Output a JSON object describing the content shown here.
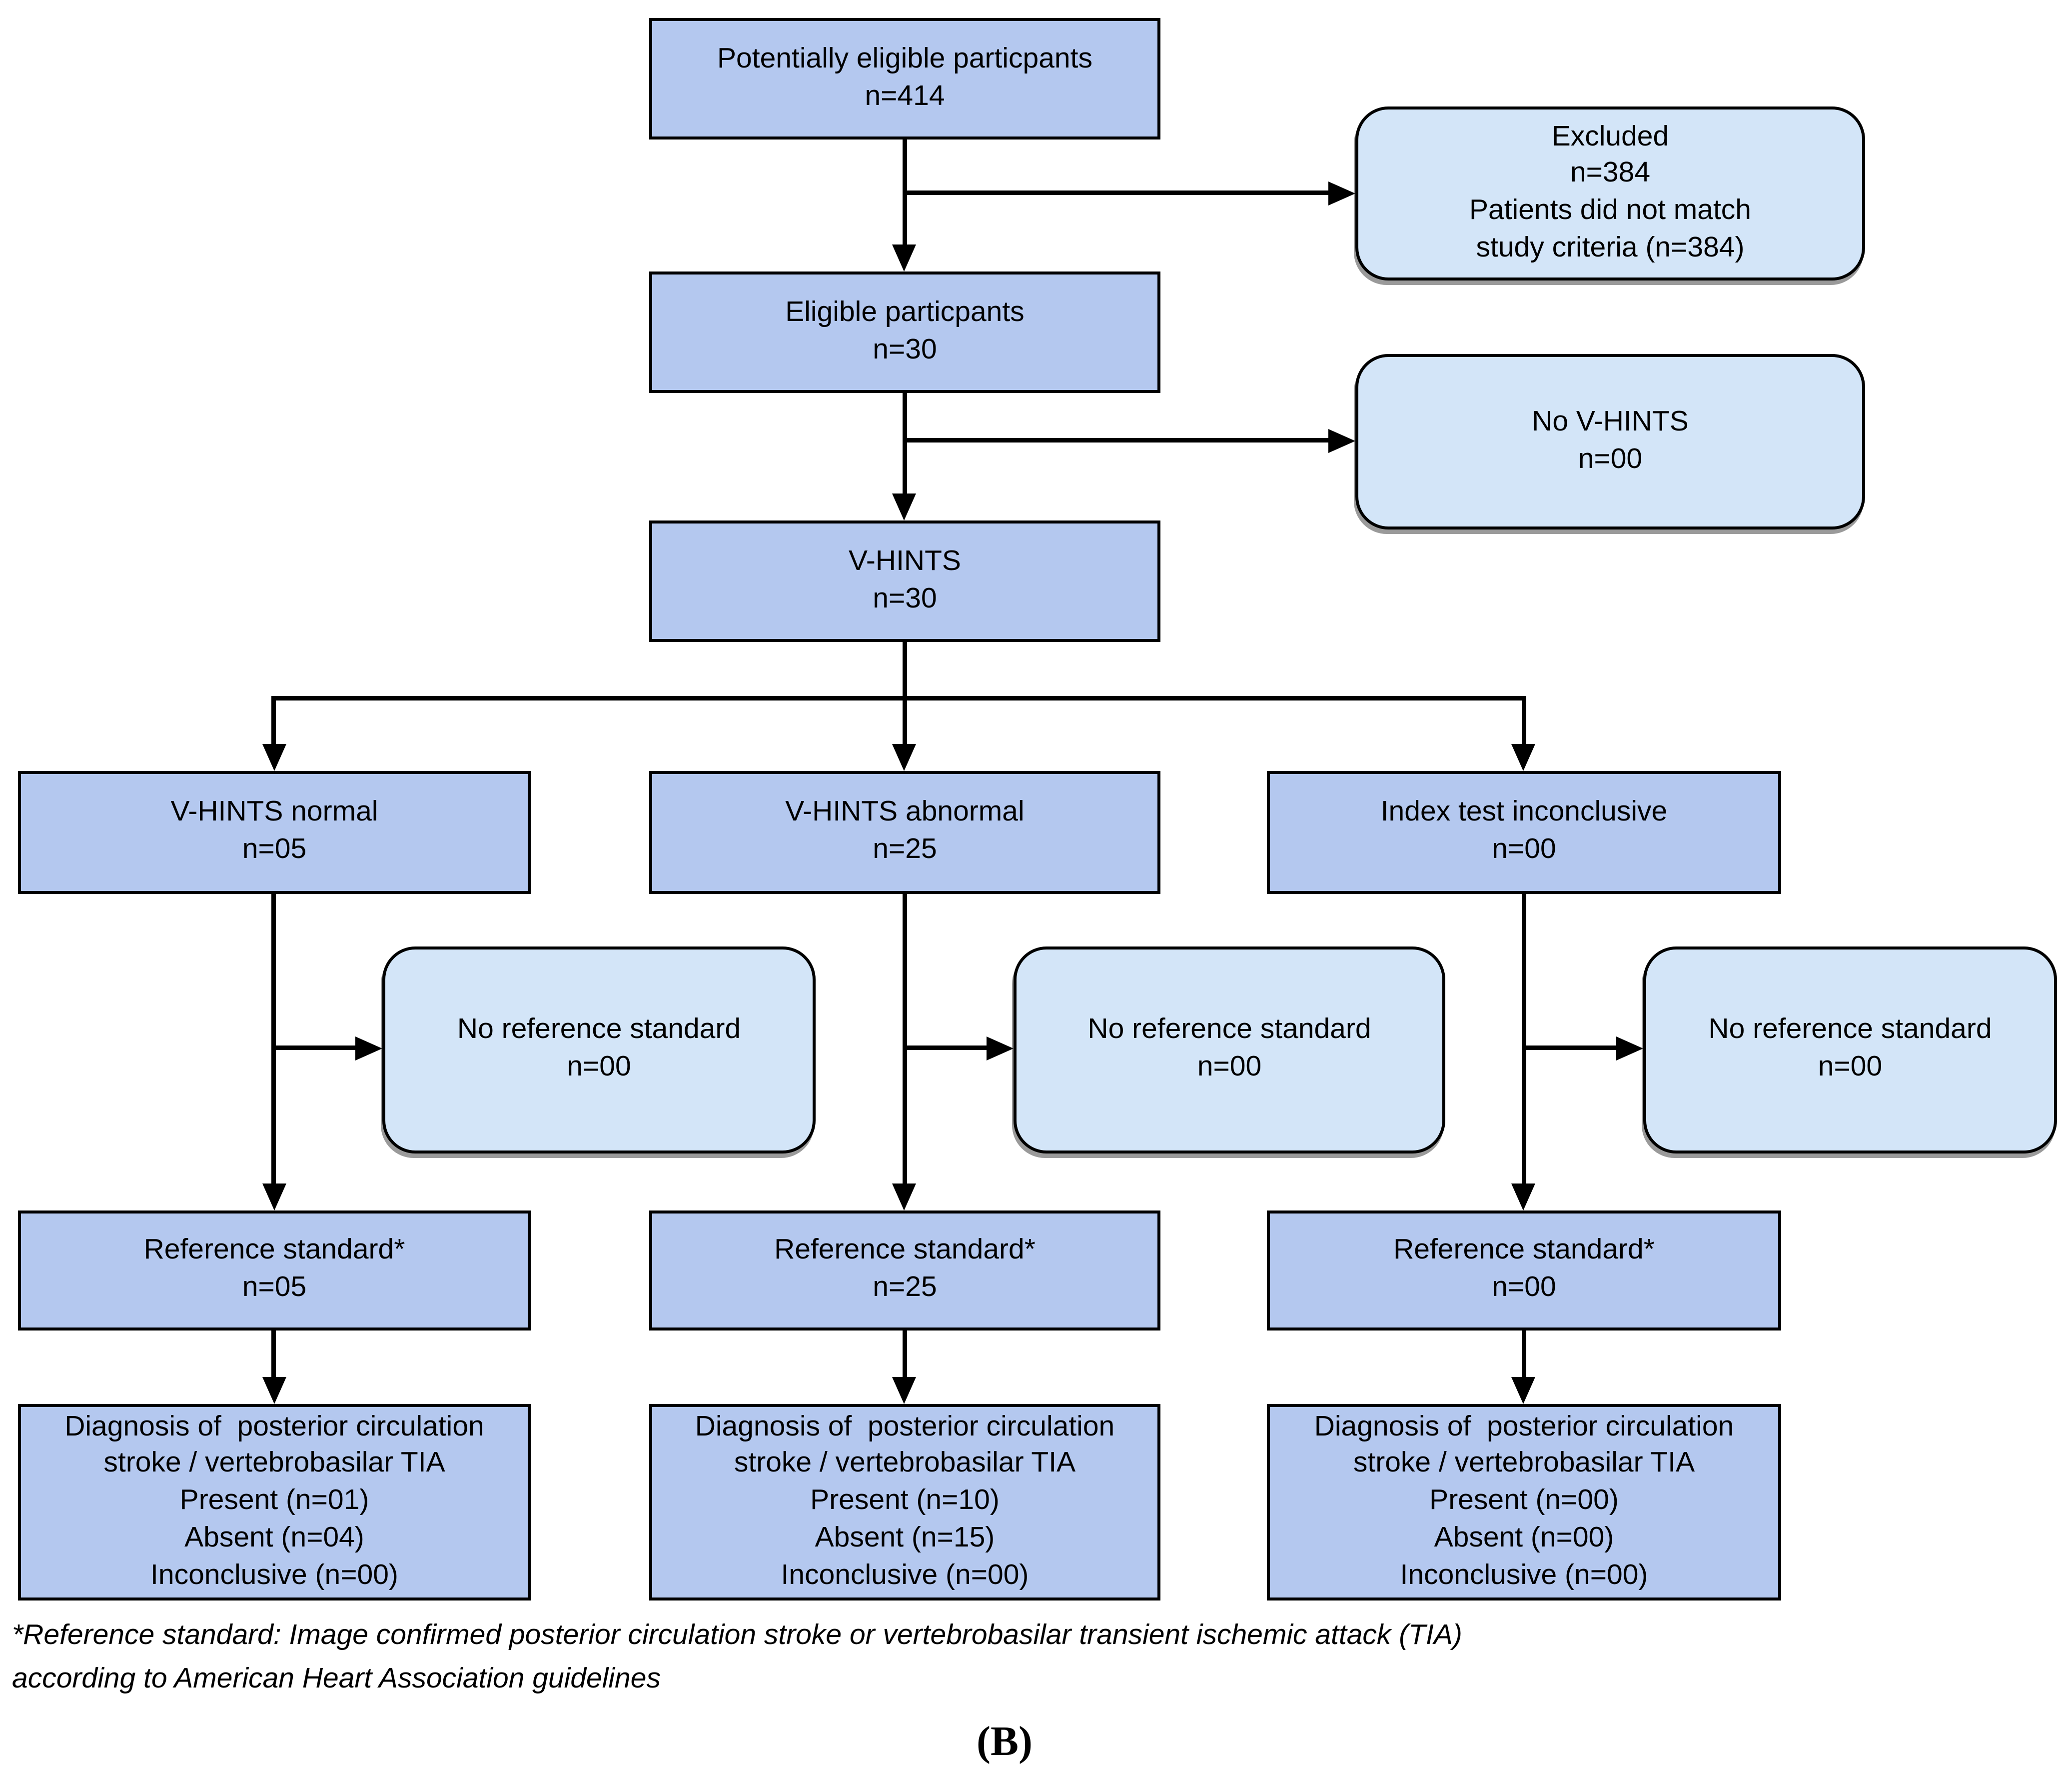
{
  "figure": {
    "type": "participant-flow-diagram",
    "panel_label": "(B)",
    "footnote": {
      "line1": "*Reference standard: Image confirmed posterior circulation stroke or vertebrobasilar transient ischemic attack (TIA)",
      "line2": "according to American Heart Association guidelines"
    }
  },
  "colors": {
    "box_fill": "#b4c8ef",
    "rounded_fill": "#d3e5f8",
    "line": "#000000"
  },
  "nodes": {
    "potentially_eligible": {
      "l1": "Potentially eligible particpants",
      "l2": "n=414"
    },
    "excluded": {
      "l1": "Excluded",
      "l2": "n=384",
      "l3": "Patients did not match",
      "l4": "study criteria (n=384)"
    },
    "eligible": {
      "l1": "Eligible particpants",
      "l2": "n=30"
    },
    "no_vhints": {
      "l1": "No V-HINTS",
      "l2": "n=00"
    },
    "vhints": {
      "l1": "V-HINTS",
      "l2": "n=30"
    },
    "vhints_normal": {
      "l1": "V-HINTS normal",
      "l2": "n=05"
    },
    "vhints_abnormal": {
      "l1": "V-HINTS abnormal",
      "l2": "n=25"
    },
    "index_inconclusive": {
      "l1": "Index test inconclusive",
      "l2": "n=00"
    },
    "noref_left": {
      "l1": "No reference standard",
      "l2": "n=00"
    },
    "noref_mid": {
      "l1": "No reference standard",
      "l2": "n=00"
    },
    "noref_right": {
      "l1": "No reference standard",
      "l2": "n=00"
    },
    "ref_left": {
      "l1": "Reference standard*",
      "l2": "n=05"
    },
    "ref_mid": {
      "l1": "Reference standard*",
      "l2": "n=25"
    },
    "ref_right": {
      "l1": "Reference standard*",
      "l2": "n=00"
    },
    "diag_left": {
      "l1": "Diagnosis of  posterior circulation",
      "l2": "stroke / vertebrobasilar TIA",
      "l3": "Present (n=01)",
      "l4": "Absent (n=04)",
      "l5": "Inconclusive (n=00)"
    },
    "diag_mid": {
      "l1": "Diagnosis of  posterior circulation",
      "l2": "stroke / vertebrobasilar TIA",
      "l3": "Present (n=10)",
      "l4": "Absent (n=15)",
      "l5": "Inconclusive (n=00)"
    },
    "diag_right": {
      "l1": "Diagnosis of  posterior circulation",
      "l2": "stroke / vertebrobasilar TIA",
      "l3": "Present (n=00)",
      "l4": "Absent (n=00)",
      "l5": "Inconclusive (n=00)"
    }
  }
}
